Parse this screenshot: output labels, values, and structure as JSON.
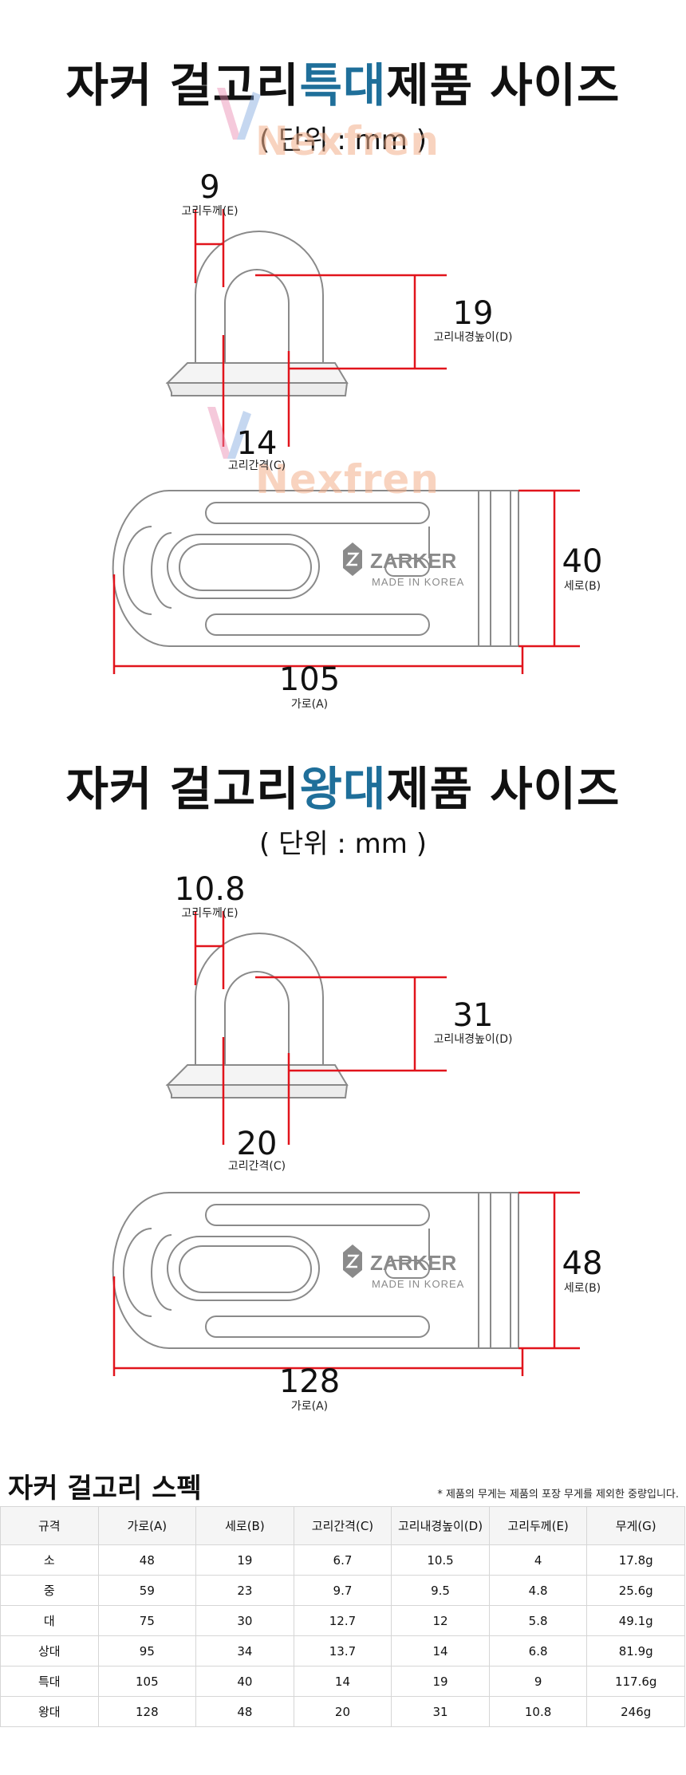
{
  "section1": {
    "title_pre": "자커 걸고리",
    "title_hl": "특대",
    "title_post": "제품 사이즈",
    "unit": "( 단위 : mm )",
    "thickness": {
      "value": "9",
      "label": "고리두께(E)"
    },
    "inner_height": {
      "value": "19",
      "label": "고리내경높이(D)"
    },
    "gap": {
      "value": "14",
      "label": "고리간격(C)"
    },
    "height": {
      "value": "40",
      "label": "세로(B)"
    },
    "width": {
      "value": "105",
      "label": "가로(A)"
    }
  },
  "section2": {
    "title_pre": "자커 걸고리",
    "title_hl": "왕대",
    "title_post": "제품 사이즈",
    "unit": "( 단위 : mm )",
    "thickness": {
      "value": "10.8",
      "label": "고리두께(E)"
    },
    "inner_height": {
      "value": "31",
      "label": "고리내경높이(D)"
    },
    "gap": {
      "value": "20",
      "label": "고리간격(C)"
    },
    "height": {
      "value": "48",
      "label": "세로(B)"
    },
    "width": {
      "value": "128",
      "label": "가로(A)"
    }
  },
  "brand": {
    "name": "ZARKER",
    "sub": "MADE IN KOREA"
  },
  "watermark": "Nexfren",
  "colors": {
    "accent": "#1f6f9a",
    "dimension_line": "#e1141c",
    "outline": "#8a8a8a"
  },
  "spec": {
    "title": "자커 걸고리 스펙",
    "note": "* 제품의 무게는 제품의 포장 무게를 제외한 중량입니다.",
    "columns": [
      "규격",
      "가로(A)",
      "세로(B)",
      "고리간격(C)",
      "고리내경높이(D)",
      "고리두께(E)",
      "무게(G)"
    ],
    "rows": [
      [
        "소",
        "48",
        "19",
        "6.7",
        "10.5",
        "4",
        "17.8g"
      ],
      [
        "중",
        "59",
        "23",
        "9.7",
        "9.5",
        "4.8",
        "25.6g"
      ],
      [
        "대",
        "75",
        "30",
        "12.7",
        "12",
        "5.8",
        "49.1g"
      ],
      [
        "상대",
        "95",
        "34",
        "13.7",
        "14",
        "6.8",
        "81.9g"
      ],
      [
        "특대",
        "105",
        "40",
        "14",
        "19",
        "9",
        "117.6g"
      ],
      [
        "왕대",
        "128",
        "48",
        "20",
        "31",
        "10.8",
        "246g"
      ]
    ]
  }
}
